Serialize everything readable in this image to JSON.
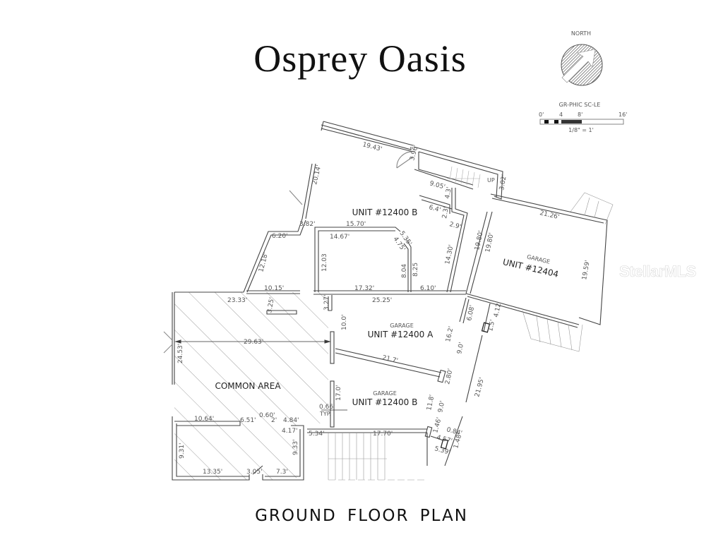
{
  "title": "Osprey Oasis",
  "footer": "GROUND FLOOR PLAN",
  "watermark": "StellarMLS",
  "legend": {
    "north_label": "NORTH",
    "scale_title": "GR-PHIC SC-LE",
    "scale_ticks": [
      "0'",
      "4",
      "8'",
      "16'"
    ],
    "scale_ratio": "1/8\" = 1'"
  },
  "rooms": {
    "unit_b_upper": "UNIT #12400 B",
    "garage_12404_sub": "GARAGE",
    "garage_12404": "UNIT #12404",
    "garage_a_sub": "GARAGE",
    "garage_a": "UNIT #12400 A",
    "garage_b_sub": "GARAGE",
    "garage_b": "UNIT #12400 B",
    "common": "COMMON AREA",
    "up": "UP",
    "typ": "TYP."
  },
  "dimensions": {
    "d1943": "19.43'",
    "d396": "3.96'",
    "d2014": "20.14'",
    "d905": "9.05'",
    "d302": "3.02'",
    "d43": "4.3'",
    "d64": "6.4'",
    "d23": "2.3'",
    "d29": "2.9'",
    "d382": "3.82'",
    "d1570": "15.70'",
    "d1467": "14.67'",
    "d535": "5.35'",
    "d475": "4.75'",
    "d620": "6.20'",
    "d1218": "12.18'",
    "d1203": "12.03",
    "d804": "8.04",
    "d825": "8.25",
    "d1430": "14.30'",
    "d1015": "10.15'",
    "d1732": "17.32'",
    "d610": "6.10'",
    "d2525": "25.25'",
    "d2126": "21.26'",
    "d1980a": "19.80'",
    "d1980b": "19.80'",
    "d1959": "19.59'",
    "d608": "6.08'",
    "d412": "4.12'",
    "d15": "1.5'",
    "d2333": "23.33'",
    "d325": "3.25'",
    "d327": "3.27'",
    "d100": "10.0'",
    "d2963": "29.63'",
    "d2453": "24.53'",
    "d162": "16.2'",
    "d90a": "9.0'",
    "d217": "21.7'",
    "d280": "2.80'",
    "d2195": "21.95'",
    "d170": "17.0'",
    "d118": "11.8'",
    "d90b": "9.0'",
    "d066": "0.66'",
    "d060": "0.60'",
    "d2": "2'",
    "d1064": "10.64'",
    "d651": "6.51'",
    "d484": "4.84'",
    "d417": "4.17'",
    "d534": "5.34'",
    "d931": "9.31'",
    "d933": "9.33'",
    "d1335": "13.35'",
    "d305": "3.05'",
    "d73": "7.3'",
    "d1770": "17.70'",
    "d146": "1.46'",
    "d084": "0.84'",
    "d457": "4.57'",
    "d148": "1.48'",
    "d539": "5.39'"
  }
}
